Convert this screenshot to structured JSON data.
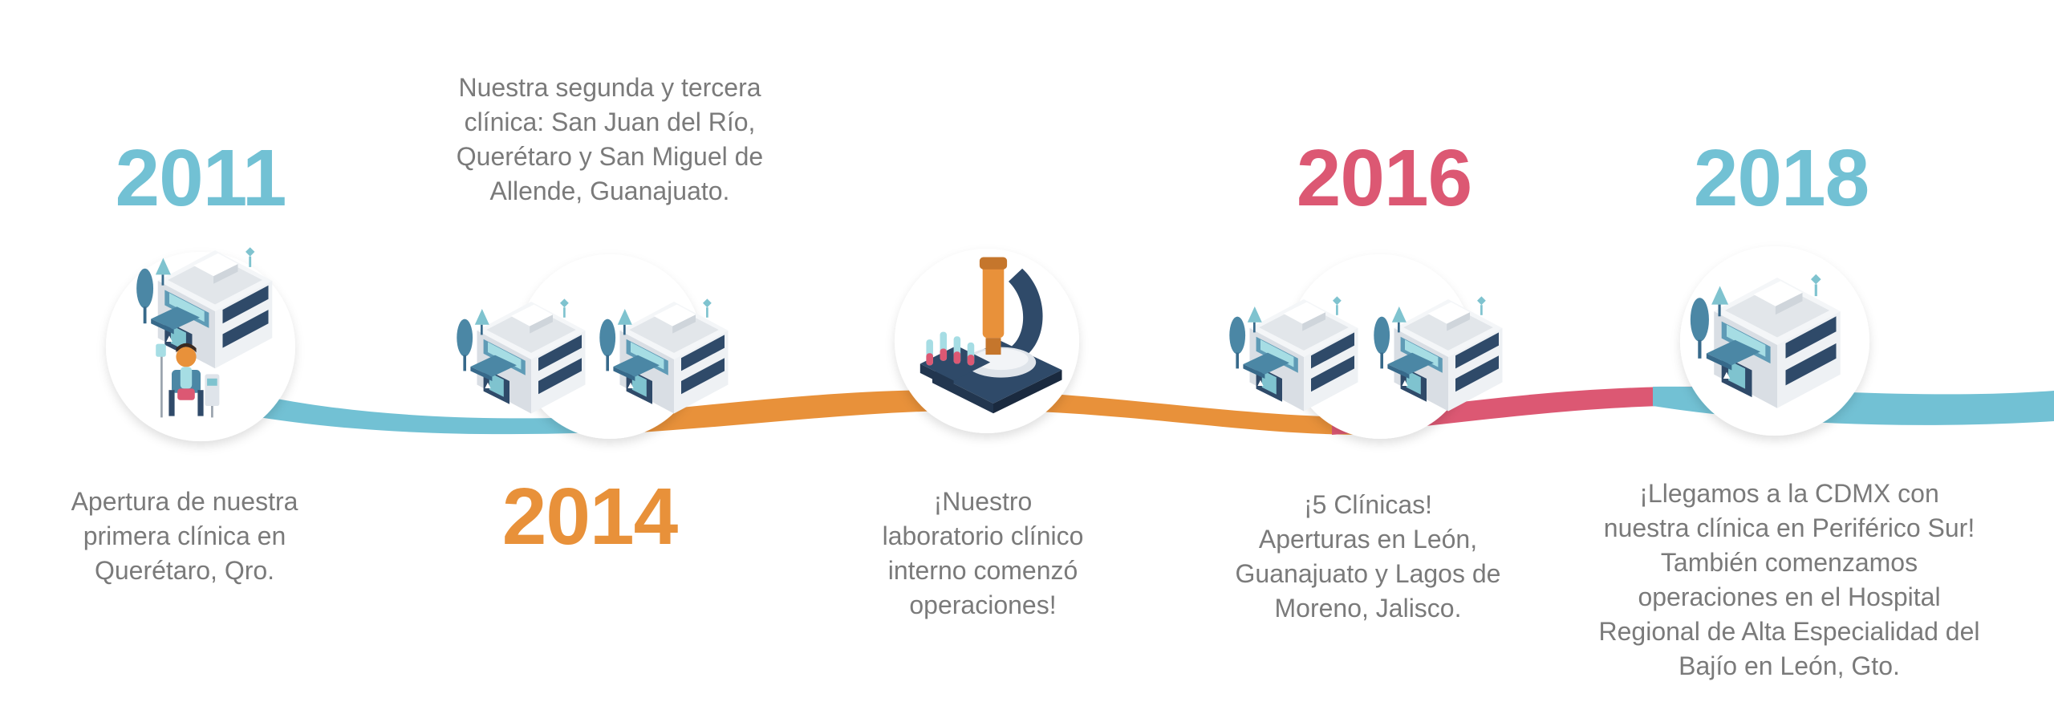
{
  "colors": {
    "blue": "#72c1d4",
    "orange": "#e8913a",
    "pink": "#dc5873",
    "text": "#7a7a7a",
    "navy": "#2f4a69"
  },
  "milestones": [
    {
      "year": "2011",
      "text": "Apertura de nuestra\nprimera clínica en\nQuerétaro, Qro.",
      "icon": "clinic-with-patient-icon",
      "color": "blue"
    },
    {
      "year": "2014",
      "text": "Nuestra segunda y tercera\nclínica: San Juan del Río,\nQuerétaro y San Miguel de\nAllende, Guanajuato.",
      "icon": "two-clinics-icon",
      "color": "orange"
    },
    {
      "year": "",
      "text": "¡Nuestro\nlaboratorio clínico\ninterno comenzó\noperaciones!",
      "icon": "microscope-icon",
      "color": "orange"
    },
    {
      "year": "2016",
      "text": "¡5 Clínicas!\nAperturas en León,\nGuanajuato y Lagos de\nMoreno, Jalisco.",
      "icon": "two-clinics-icon",
      "color": "pink"
    },
    {
      "year": "2018",
      "text": "¡Llegamos a la CDMX con\nnuestra clínica en Periférico Sur!\nTambién comenzamos\noperaciones en el Hospital\nRegional de Alta Especialidad del\nBajío en León, Gto.",
      "icon": "clinic-icon",
      "color": "blue"
    }
  ]
}
